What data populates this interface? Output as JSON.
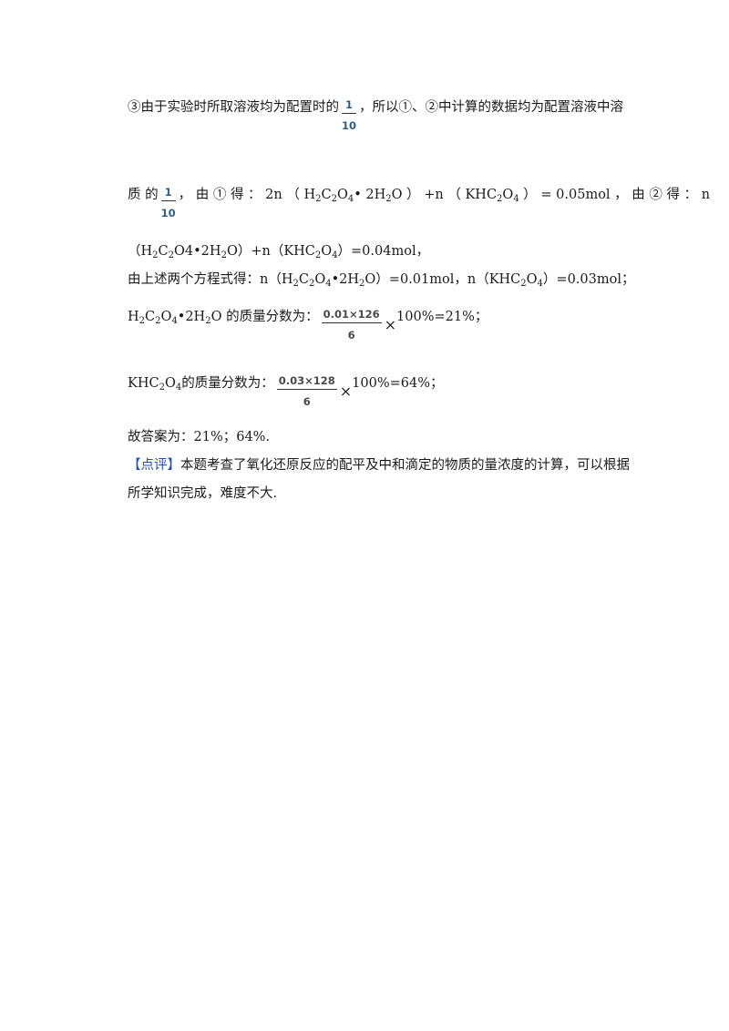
{
  "p1": {
    "a": "③由于实验时所取溶液均为配置时的",
    "frac_num": "1",
    "frac_den": "10",
    "b": "，所以①、②中计算的数据均为配置溶液中溶"
  },
  "p2": {
    "a": "质 的",
    "frac_num": "1",
    "frac_den": "10",
    "b": "， 由 ① 得 ：  2n （ H",
    "s1": "2",
    "c1": "C",
    "s2": "2",
    "c2": "O",
    "s3": "4",
    "c3": "• 2H",
    "s4": "2",
    "c4": "O ）  +n （ KHC",
    "s5": "2",
    "c5": "O",
    "s6": "4",
    "c6": " ）  = 0.05mol ， 由 ② 得 ：  n"
  },
  "p3": {
    "a": "（H",
    "s1": "2",
    "b": "C",
    "s2": "2",
    "c": "O4•2H",
    "s3": "2",
    "d": "O）+n（KHC",
    "s4": "2",
    "e": "O",
    "s5": "4",
    "f": "）=0.04mol，"
  },
  "p4": {
    "a": "由上述两个方程式得：n（H",
    "s1": "2",
    "b": "C",
    "s2": "2",
    "c": "O",
    "s3": "4",
    "d": "•2H",
    "s4": "2",
    "e": "O）=0.01mol，n（KHC",
    "s5": "2",
    "f": "O",
    "s6": "4",
    "g": "）=0.03mol；"
  },
  "p5": {
    "a": "H",
    "s1": "2",
    "b": "C",
    "s2": "2",
    "c": "O",
    "s3": "4",
    "d": "•2H",
    "s4": "2",
    "e": "O 的质量分数为：",
    "frac_num": "0.01×126",
    "frac_den": "6",
    "times": "×",
    "f": "100%=21%；"
  },
  "p6": {
    "a": "KHC",
    "s1": "2",
    "b": "O",
    "s2": "4",
    "c": "的质量分数为：",
    "frac_num": "0.03×128",
    "frac_den": "6",
    "times": "×",
    "d": "100%=64%；"
  },
  "p7": {
    "text": "故答案为：21%；64%."
  },
  "p8": {
    "tag": "【点评】",
    "text": "本题考查了氧化还原反应的配平及中和滴定的物质的量浓度的计算，可以根据"
  },
  "p9": {
    "text": "所学知识完成，难度不大."
  }
}
